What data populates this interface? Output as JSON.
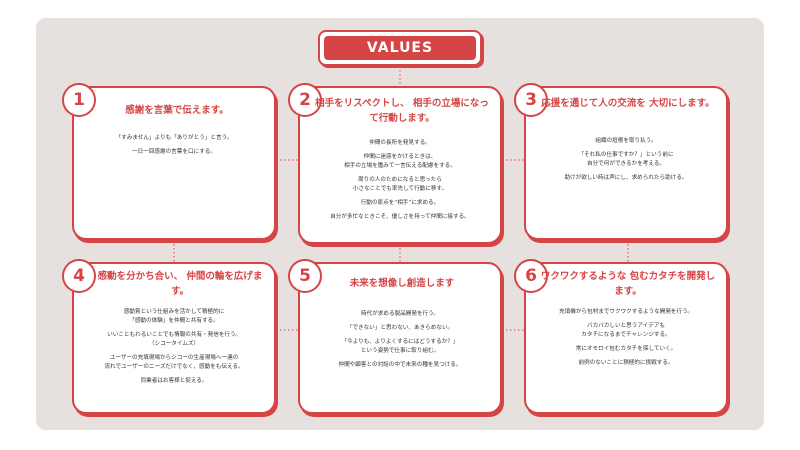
{
  "badge": "VALUES",
  "colors": {
    "accent": "#d64545",
    "panel": "#e6e1df"
  },
  "cards": [
    {
      "number": "1",
      "title": [
        "感謝を言葉で伝えます。"
      ],
      "paragraphs": [
        [
          "「すみません」よりも「ありがとう」と言う。"
        ],
        [
          "一日一回感謝の言葉を口にする。"
        ]
      ]
    },
    {
      "number": "2",
      "title": [
        "相手をリスペクトし、",
        "相手の立場になって行動します。"
      ],
      "paragraphs": [
        [
          "仲間の長所を発見する。"
        ],
        [
          "仲間に迷惑をかけるときは、",
          "相手の立場を鑑みて一言伝える配慮をする。"
        ],
        [
          "周りの人のためになると思ったら",
          "小さなことでも率先して行動に移す。"
        ],
        [
          "行動の原点を“相手”に求める。"
        ],
        [
          "自分が多忙なときこそ、優しさを持って仲間に接する。"
        ]
      ]
    },
    {
      "number": "3",
      "title": [
        "応援を通じて人の交流を",
        "大切にします。"
      ],
      "paragraphs": [
        [
          "組織の垣根を取り払う。"
        ],
        [
          "「それ私の仕事ですか？」という前に",
          "自分で何ができるかを考える。"
        ],
        [
          "助けが欲しい時は声にし、求められたら助ける。"
        ]
      ]
    },
    {
      "number": "4",
      "title": [
        "感動を分かち合い、",
        "仲間の輪を広げます。"
      ],
      "paragraphs": [
        [
          "感動賞という仕組みを活かして積極的に",
          "「感動の体験」を仲間と共有する。"
        ],
        [
          "いいこともわるいことでも情報の共有・発信を行う。",
          "（シコータイムズ）"
        ],
        [
          "ユーザーの充填現場からシコーの生産現場へ一連の",
          "流れでユーザーのニーズだけでなく、感動をも伝える。"
        ],
        [
          "同業者はお客様と捉える。"
        ]
      ]
    },
    {
      "number": "5",
      "title": [
        "未来を想像し創造します"
      ],
      "paragraphs": [
        [
          "時代が求める製品開発を行う。"
        ],
        [
          "「できない」と思わない、あきらめない。"
        ],
        [
          "「今よりも、よりよくするにはどうするか？」",
          "という姿勢で仕事に取り組む。"
        ],
        [
          "仲間や顧客との対話の中で未来の種を見つける。"
        ]
      ]
    },
    {
      "number": "6",
      "title": [
        "ワクワクするような",
        "包むカタチを開発します。"
      ],
      "paragraphs": [
        [
          "充填機から包材までワクワクするような開発を行う。"
        ],
        [
          "バカバカしいと思うアイデアも",
          "カタチになるまでチャレンジする。"
        ],
        [
          "常にオモロイ包むカタチを探していく。"
        ],
        [
          "前例のないことに積極的に挑戦する。"
        ]
      ]
    }
  ]
}
